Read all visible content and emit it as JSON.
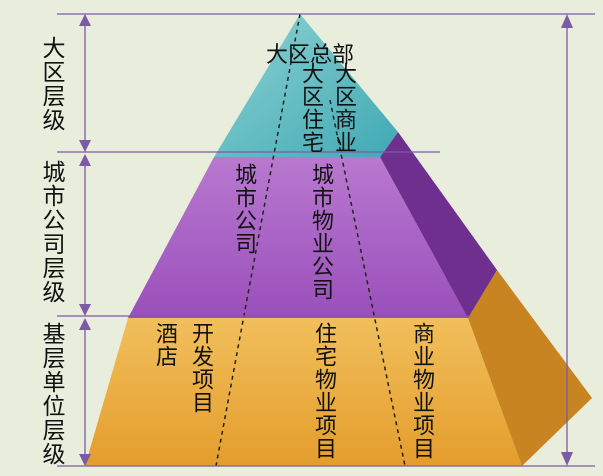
{
  "levels": {
    "region": "大区层级",
    "city": "城市公司层级",
    "base": "基层单位层级"
  },
  "top_tier": {
    "title": "大区总部",
    "left": "大区住宅",
    "right": "大区商业"
  },
  "middle_tier": {
    "left": "城市公司",
    "right": "城市物业公司"
  },
  "bottom_tier": {
    "col1": "酒店",
    "col2": "开发项目",
    "col3": "住宅物业项目",
    "col4": "商业物业项目"
  },
  "colors": {
    "background": "#e9eedc",
    "top": "#5fbcc0",
    "middle": "#a25dc0",
    "bottom": "#e8a83a",
    "guide_lines": "#7d5aa6"
  }
}
